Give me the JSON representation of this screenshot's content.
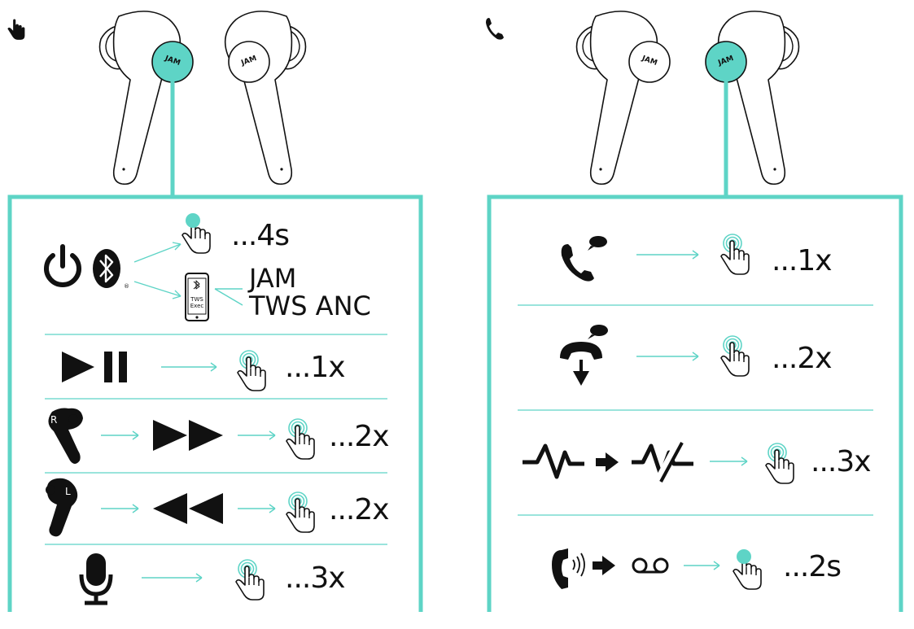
{
  "colors": {
    "accent": "#5ed4c6",
    "ink": "#111111"
  },
  "left_panel": {
    "mode_icon": "hand-touch-icon",
    "pairing": {
      "press_label": "...4s",
      "device_name_line1": "JAM",
      "device_name_line2": "TWS ANC",
      "phone_screen_line1": "TWS",
      "phone_screen_line2": "Exec",
      "registered_mark": "®"
    },
    "rows": [
      {
        "action": "play-pause",
        "count": "...1x"
      },
      {
        "action": "next-track",
        "earbud": "R",
        "count": "...2x"
      },
      {
        "action": "previous-track",
        "earbud": "L",
        "count": "...2x"
      },
      {
        "action": "voice-assistant",
        "count": "...3x"
      }
    ]
  },
  "right_panel": {
    "mode_icon": "phone-icon",
    "rows": [
      {
        "action": "answer-call",
        "count": "...1x"
      },
      {
        "action": "end-call",
        "count": "...2x"
      },
      {
        "action": "mute-microphone",
        "count": "...3x"
      },
      {
        "action": "voicemail",
        "count": "...2s"
      }
    ]
  },
  "earbud_logo": "JAM"
}
